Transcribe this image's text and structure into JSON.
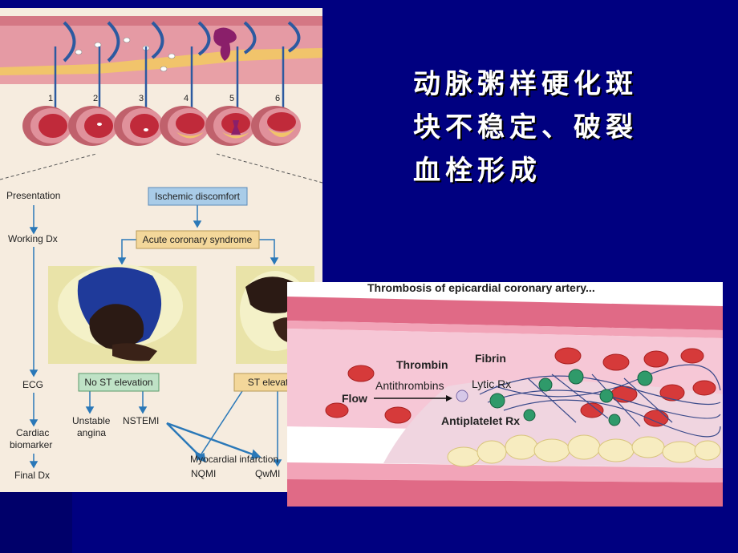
{
  "title": {
    "line1": "动脉粥样硬化斑",
    "line2": "块不稳定、破裂",
    "line3": "血栓形成"
  },
  "left_figure": {
    "stage_numbers": [
      "1",
      "2",
      "3",
      "4",
      "5",
      "6"
    ],
    "flow_left": [
      "Presentation",
      "Working Dx",
      "ECG",
      "Cardiac",
      "biomarker",
      "Final Dx"
    ],
    "ischemic": "Ischemic discomfort",
    "acs": "Acute coronary syndrome",
    "no_st": "No ST elevation",
    "st": "ST elevation",
    "unstable1": "Unstable",
    "unstable2": "angina",
    "nstemi": "NSTEMI",
    "mi": "Myocardial infarction",
    "nqmi": "NQMI",
    "qwmi": "QwMI"
  },
  "right_figure": {
    "title": "Thrombosis of epicardial coronary artery...",
    "thrombin": "Thrombin",
    "fibrin": "Fibrin",
    "antithrombins": "Antithrombins",
    "lytic": "Lytic Rx",
    "flow": "Flow",
    "antiplatelet": "Antiplatelet Rx"
  },
  "colors": {
    "background": "#000080",
    "box_blue": "#a9cce8",
    "box_tan": "#f3d79a",
    "box_green": "#bfe2c6",
    "arrow": "#2a78b8"
  }
}
